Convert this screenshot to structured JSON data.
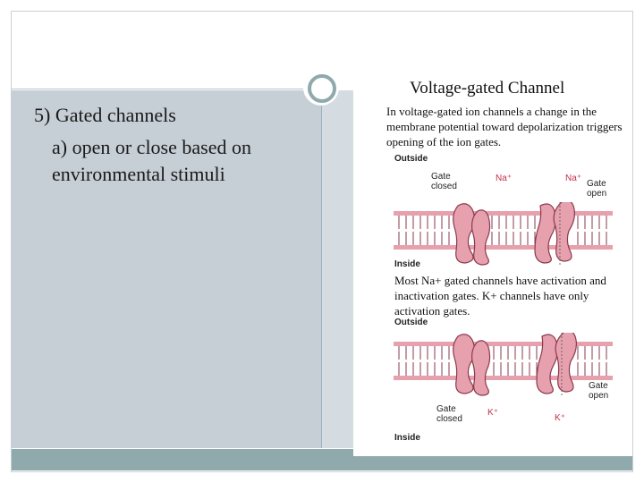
{
  "slide": {
    "bullet_title": "5) Gated channels",
    "bullet_sub": "a) open or close based on environmental stimuli"
  },
  "figure": {
    "title": "Voltage-gated Channel",
    "description": "In voltage-gated ion channels a change in the membrane potential toward depolarization triggers opening of the ion gates.",
    "middle_text": "Most Na+ gated channels have activation and inactivation gates. K+ channels have only activation gates.",
    "top_panel": {
      "outside_label": "Outside",
      "inside_label": "Inside",
      "gate_closed_label": "Gate closed",
      "gate_open_label": "Gate open",
      "ion_label_1": "Na⁺",
      "ion_label_2": "Na⁺"
    },
    "bottom_panel": {
      "outside_label": "Outside",
      "inside_label": "Inside",
      "gate_closed_label": "Gate closed",
      "gate_open_label": "Gate open",
      "ion_label_1": "K⁺",
      "ion_label_2": "K⁺"
    }
  },
  "colors": {
    "left_panel": "#c6ced6",
    "bottom_bar": "#8fa9ac",
    "accent_ring": "#8fa9ac",
    "channel_fill": "#e7a0ae",
    "channel_stroke": "#8a3a4c",
    "ion_label": "#c0304b"
  }
}
